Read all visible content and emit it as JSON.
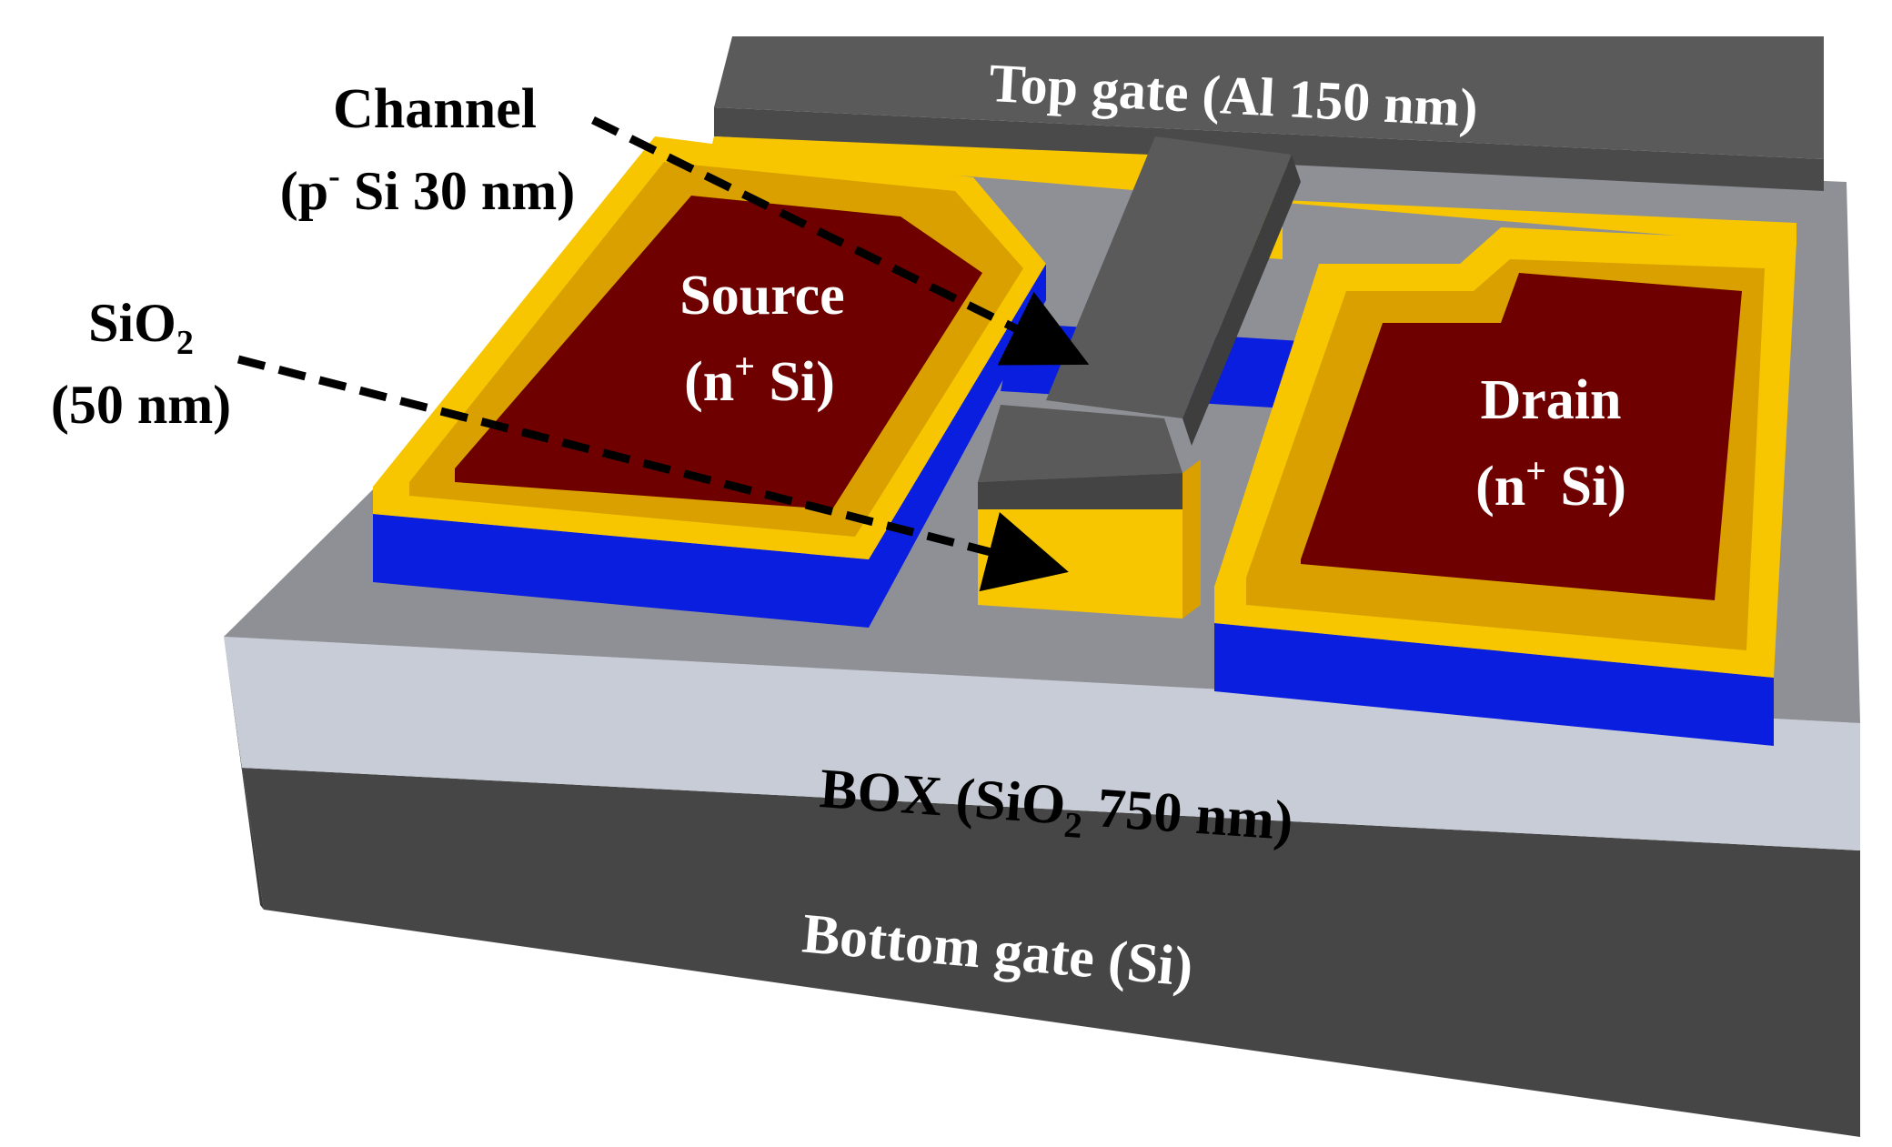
{
  "labels": {
    "channel_line1": "Channel",
    "channel_line2_prefix": "(p",
    "channel_line2_sup": "-",
    "channel_line2_suffix": " Si 30 nm)",
    "sio2_line1_prefix": "SiO",
    "sio2_line1_sub": "2",
    "sio2_line2": "(50 nm)",
    "top_gate": "Top gate (Al 150 nm)",
    "source_line1": "Source",
    "source_line2_prefix": "(n",
    "source_line2_sup": "+",
    "source_line2_suffix": " Si)",
    "drain_line1": "Drain",
    "drain_line2_prefix": "(n",
    "drain_line2_sup": "+",
    "drain_line2_suffix": " Si)",
    "box_prefix": "BOX (SiO",
    "box_sub": "2",
    "box_suffix": " 750 nm)",
    "bottom_gate": "Bottom gate (Si)"
  },
  "colors": {
    "aluminum": "#5a5a5a",
    "aluminum_top": "#6b6b6b",
    "gold": "#f7c600",
    "gold_dark": "#d9a000",
    "oxide_blue": "#0a1ee0",
    "n_plus_si": "#6e0000",
    "box_oxide": "#c7ccd6",
    "substrate": "#474747",
    "box_top": "#8e9096",
    "arrow": "#000000"
  }
}
